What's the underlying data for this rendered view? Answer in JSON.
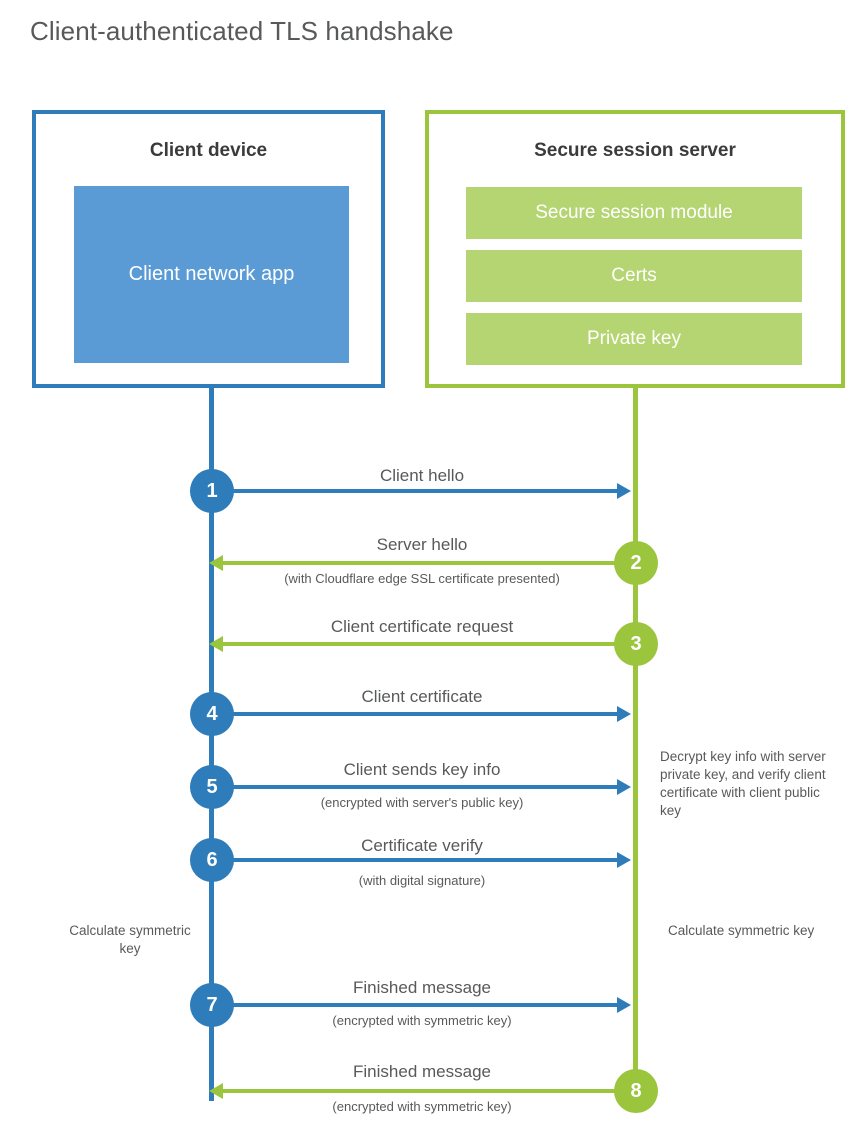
{
  "title": "Client-authenticated TLS handshake",
  "colors": {
    "client_blue": "#2e7cba",
    "client_app_fill": "#5b9bd5",
    "server_green": "#9bc53d",
    "server_bar_fill": "#b5d572",
    "text_gray": "#58595b"
  },
  "client_box": {
    "title": "Client device",
    "app_label": "Client network app"
  },
  "server_box": {
    "title": "Secure session server",
    "bars": [
      {
        "label": "Secure session module"
      },
      {
        "label": "Certs"
      },
      {
        "label": "Private key"
      }
    ]
  },
  "steps": [
    {
      "number": "1",
      "label": "Client hello",
      "sublabel": "",
      "direction": "client-to-server",
      "color": "blue"
    },
    {
      "number": "2",
      "label": "Server hello",
      "sublabel": "(with Cloudflare edge SSL certificate presented)",
      "direction": "server-to-client",
      "color": "green"
    },
    {
      "number": "3",
      "label": "Client certificate request",
      "sublabel": "",
      "direction": "server-to-client",
      "color": "green"
    },
    {
      "number": "4",
      "label": "Client certificate",
      "sublabel": "",
      "direction": "client-to-server",
      "color": "blue"
    },
    {
      "number": "5",
      "label": "Client sends key info",
      "sublabel": "(encrypted with server's public key)",
      "direction": "client-to-server",
      "color": "blue"
    },
    {
      "number": "6",
      "label": "Certificate verify",
      "sublabel": "(with digital signature)",
      "direction": "client-to-server",
      "color": "blue"
    },
    {
      "number": "7",
      "label": "Finished message",
      "sublabel": "(encrypted with symmetric key)",
      "direction": "client-to-server",
      "color": "blue"
    },
    {
      "number": "8",
      "label": "Finished message",
      "sublabel": "(encrypted with symmetric key)",
      "direction": "server-to-client",
      "color": "green"
    }
  ],
  "notes": {
    "server_decrypt": "Decrypt key info with server private key, and verify client certificate with client public key",
    "client_calculate": "Calculate symmetric key",
    "server_calculate": "Calculate symmetric key"
  }
}
